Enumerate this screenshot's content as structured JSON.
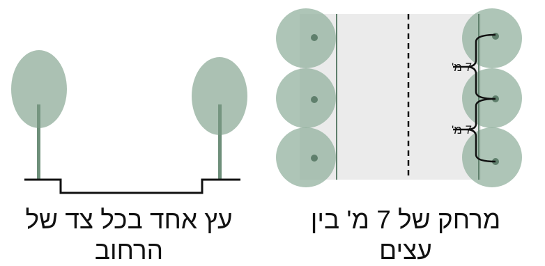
{
  "colors": {
    "canopy": "#9fb8a8",
    "canopy_top_view": "#8fae9b",
    "trunk": "#6e8f7a",
    "road_strip": "#ebebeb",
    "line": "#111111",
    "tree_center": "#5f7f6c"
  },
  "left_panel": {
    "caption": "עץ אחד בכל צד של הרחוב"
  },
  "right_panel": {
    "caption": "מרחק של 7 מ' בין עצים",
    "spacing_label_1": "7 מ'",
    "spacing_label_2": "7 מ'"
  }
}
